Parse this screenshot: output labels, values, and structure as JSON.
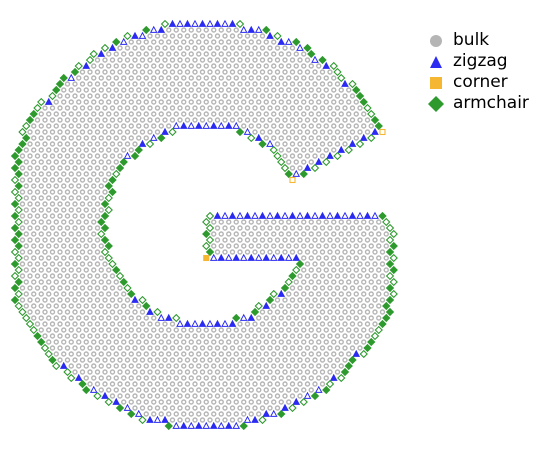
{
  "chart_data": {
    "type": "scatter",
    "title": "",
    "xlabel": "",
    "ylabel": "",
    "grid": false,
    "axes_visible": false,
    "legend_location": "top-right",
    "legend": [
      {
        "label": "bulk",
        "marker": "circle",
        "color": "#b5b5b5"
      },
      {
        "label": "zigzag",
        "marker": "triangle",
        "color": "#2b2bf2"
      },
      {
        "label": "corner",
        "marker": "square",
        "color": "#f5b731"
      },
      {
        "label": "armchair",
        "marker": "diamond",
        "color": "#2e9a2e"
      }
    ],
    "lattice": "honeycomb",
    "shape": "G"
  }
}
